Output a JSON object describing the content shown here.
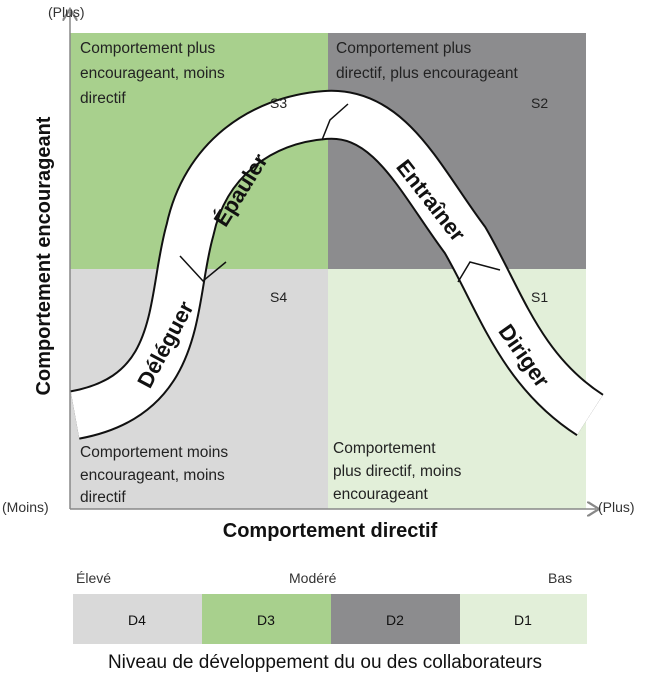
{
  "axes": {
    "y_label": "Comportement encourageant",
    "x_label": "Comportement directif",
    "y_plus": "(Plus)",
    "x_minus": "(Moins)",
    "x_plus": "(Plus)"
  },
  "quadrants": {
    "s3": {
      "code": "S3",
      "line1": "Comportement plus",
      "line2": "encourageant, moins",
      "line3": "directif",
      "color": "#a8d08d"
    },
    "s2": {
      "code": "S2",
      "line1": "Comportement plus",
      "line2": "directif, plus encourageant",
      "color": "#8c8c8e"
    },
    "s4": {
      "code": "S4",
      "line1": "Comportement moins",
      "line2": "encourageant, moins",
      "line3": "directif",
      "color": "#d9d9d9"
    },
    "s1": {
      "code": "S1",
      "line1": "Comportement",
      "line2": "plus directif, moins",
      "line3": "encourageant",
      "color": "#e2efd9"
    }
  },
  "curve": {
    "deleguer": "Déléguer",
    "epauler": "Épauler",
    "entrainer": "Entraîner",
    "diriger": "Diriger"
  },
  "development": {
    "high": "Élevé",
    "moderate": "Modéré",
    "low": "Bas",
    "levels": [
      {
        "label": "D4",
        "color": "#d9d9d9"
      },
      {
        "label": "D3",
        "color": "#a8d08d"
      },
      {
        "label": "D2",
        "color": "#8c8c8e"
      },
      {
        "label": "D1",
        "color": "#e2efd9"
      }
    ],
    "caption": "Niveau de développement du ou des collaborateurs"
  }
}
